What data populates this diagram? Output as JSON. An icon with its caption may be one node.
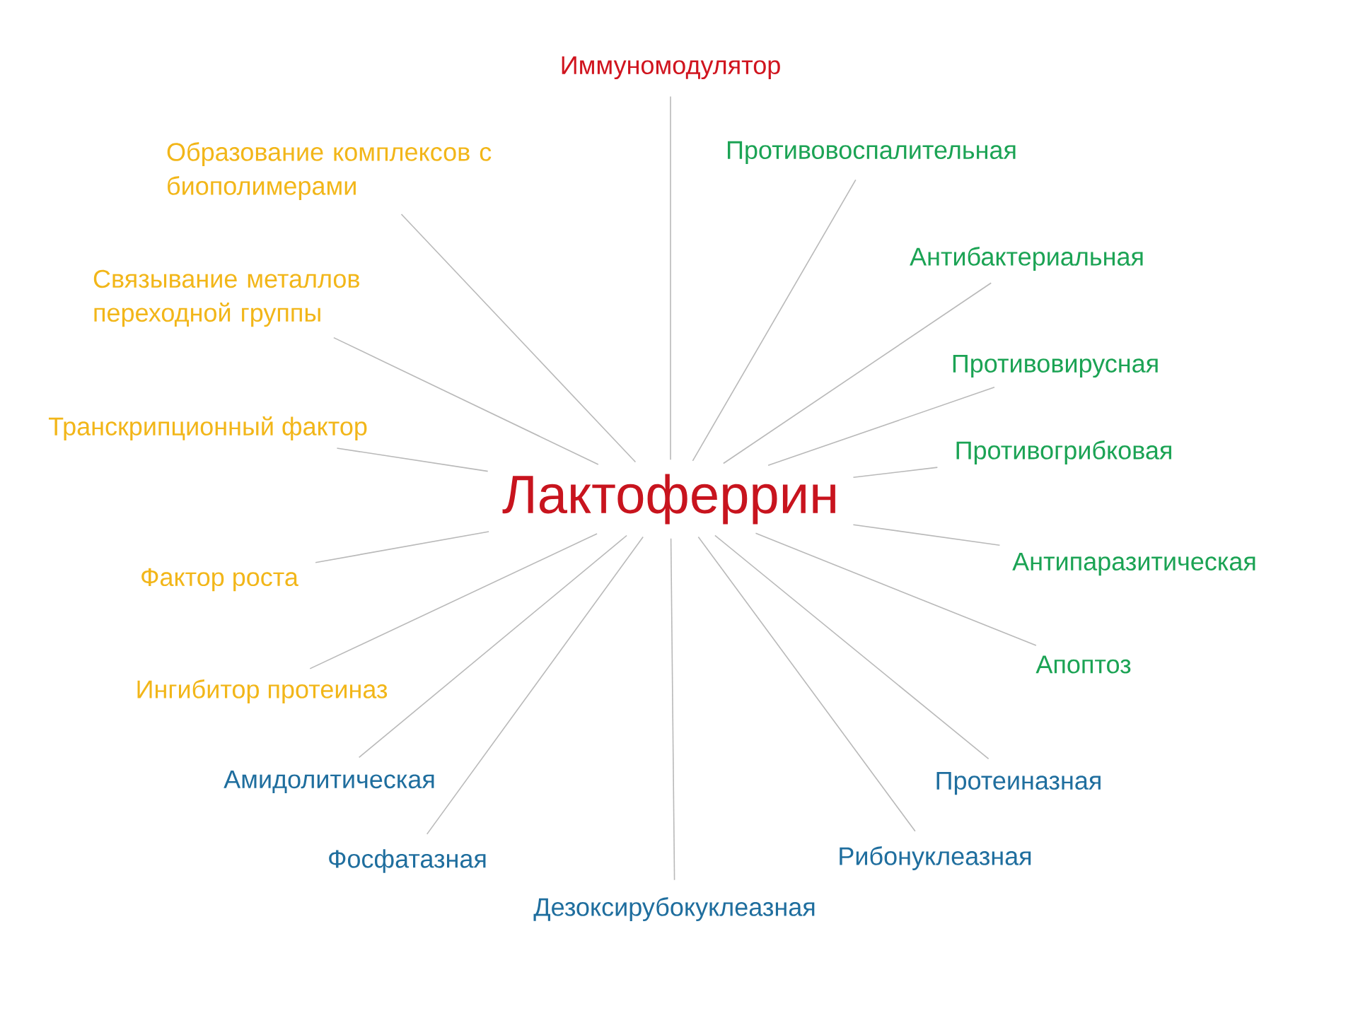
{
  "diagram": {
    "nodes": [
      {
        "text": [
          "Лактоферрин"
        ]
      },
      {
        "text": [
          "Иммуномодулятор"
        ]
      },
      {
        "text": [
          "Противовоспалительная"
        ]
      },
      {
        "text": [
          "Антибактериальная"
        ]
      },
      {
        "text": [
          "Противовирусная"
        ]
      },
      {
        "text": [
          "Противогрибковая"
        ]
      },
      {
        "text": [
          "Антипаразитическая"
        ]
      },
      {
        "text": [
          "Апоптоз"
        ]
      },
      {
        "text": [
          "Протеиназная"
        ]
      },
      {
        "text": [
          "Рибонуклеазная"
        ]
      },
      {
        "text": [
          "Дезоксирубокуклеазная"
        ]
      },
      {
        "text": [
          "Фосфатазная"
        ]
      },
      {
        "text": [
          "Амидолитическая"
        ]
      },
      {
        "text": [
          "Ингибитор протеиназ"
        ]
      },
      {
        "text": [
          "Фактор роста"
        ]
      },
      {
        "text": [
          "Транскрипционный фактор"
        ]
      },
      {
        "text": [
          "Связывание металлов переходной группы"
        ]
      },
      {
        "text": [
          "Образование комплексов с биополимерами"
        ]
      }
    ],
    "edges": [
      {
        "from": 0,
        "to": 1,
        "arrow": "none"
      },
      {
        "from": 0,
        "to": 2,
        "arrow": "none"
      },
      {
        "from": 0,
        "to": 3,
        "arrow": "none"
      },
      {
        "from": 0,
        "to": 4,
        "arrow": "none"
      },
      {
        "from": 0,
        "to": 5,
        "arrow": "none"
      },
      {
        "from": 0,
        "to": 6,
        "arrow": "none"
      },
      {
        "from": 0,
        "to": 7,
        "arrow": "none"
      },
      {
        "from": 0,
        "to": 8,
        "arrow": "none"
      },
      {
        "from": 0,
        "to": 9,
        "arrow": "none"
      },
      {
        "from": 0,
        "to": 10,
        "arrow": "none"
      },
      {
        "from": 0,
        "to": 11,
        "arrow": "none"
      },
      {
        "from": 0,
        "to": 12,
        "arrow": "none"
      },
      {
        "from": 0,
        "to": 13,
        "arrow": "none"
      },
      {
        "from": 0,
        "to": 14,
        "arrow": "none"
      },
      {
        "from": 0,
        "to": 15,
        "arrow": "none"
      },
      {
        "from": 0,
        "to": 16,
        "arrow": "none"
      },
      {
        "from": 0,
        "to": 17,
        "arrow": "none"
      }
    ]
  }
}
